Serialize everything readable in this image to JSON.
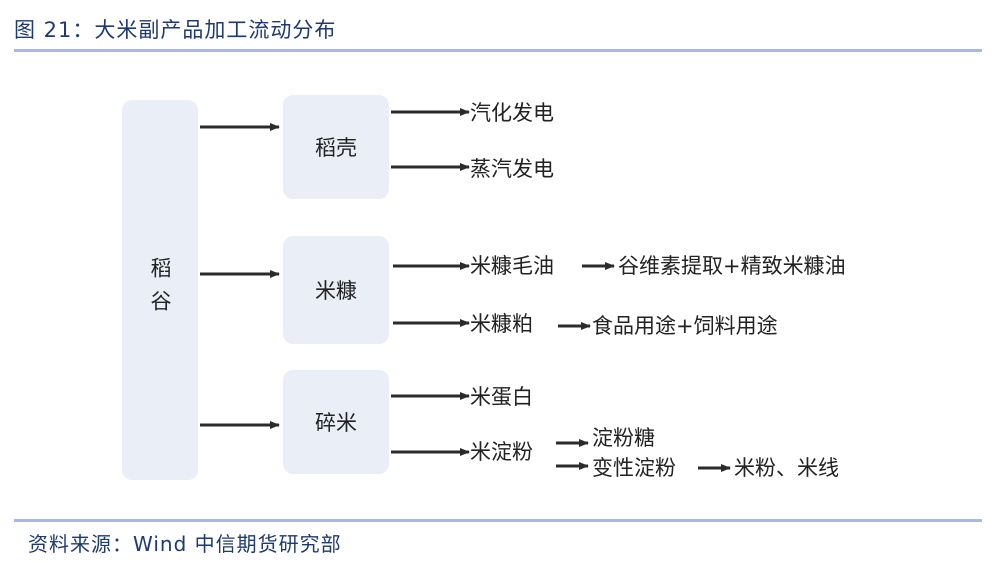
{
  "figure_title": "图 21：大米副产品加工流动分布",
  "source": "资料来源：Wind 中信期货研究部",
  "colors": {
    "title": "#1e3a6e",
    "rule": "#a9bbdc",
    "box_fill": "#e9eef7",
    "arrow": "#2b2b2b"
  },
  "root": {
    "label": "稻谷"
  },
  "level1": [
    {
      "label": "稻壳"
    },
    {
      "label": "米糠"
    },
    {
      "label": "碎米"
    }
  ],
  "products": {
    "husk_power": "汽化发电",
    "steam_power": "蒸汽发电",
    "bran_oil": "米糠毛油",
    "oryzanol": "谷维素提取+精致米糠油",
    "bran_meal": "米糠粕",
    "food_feed": "食品用途+饲料用途",
    "rice_protein": "米蛋白",
    "rice_starch": "米淀粉",
    "starch_sugar": "淀粉糖",
    "modified_starch": "变性淀粉",
    "noodles": "米粉、米线"
  }
}
